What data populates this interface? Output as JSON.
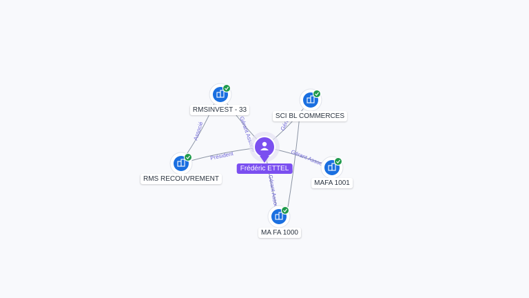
{
  "person": {
    "name": "Frédéric ETTEL",
    "icon": "person-icon"
  },
  "companies": [
    {
      "id": "rmsinvest",
      "name": "RMSINVEST - 33",
      "icon": "building-icon",
      "verified": true
    },
    {
      "id": "scibl",
      "name": "SCI BL COMMERCES",
      "icon": "building-icon",
      "verified": true
    },
    {
      "id": "rmsrec",
      "name": "RMS RECOUVREMENT",
      "icon": "building-icon",
      "verified": true
    },
    {
      "id": "mafa1001",
      "name": "MAFA 1001",
      "icon": "building-icon",
      "verified": true
    },
    {
      "id": "mafa1000",
      "name": "MA FA 1000",
      "icon": "building-icon",
      "verified": true
    }
  ],
  "edges": [
    {
      "to": "rmsinvest",
      "label": "Gérant Associé"
    },
    {
      "to": "scibl",
      "label": "Gérant"
    },
    {
      "to": "rmsrec",
      "label": "Président"
    },
    {
      "to": "mafa1001",
      "label": "Gérant Associé"
    },
    {
      "to": "mafa1000",
      "label": "Gérant Associé"
    },
    {
      "from": "rmsrec",
      "to": "rmsinvest",
      "label": "Associé"
    }
  ],
  "colors": {
    "person": "#7b4ff0",
    "company": "#1a6fe0",
    "verified": "#1f9a4c",
    "edge": "#8a93a3"
  }
}
